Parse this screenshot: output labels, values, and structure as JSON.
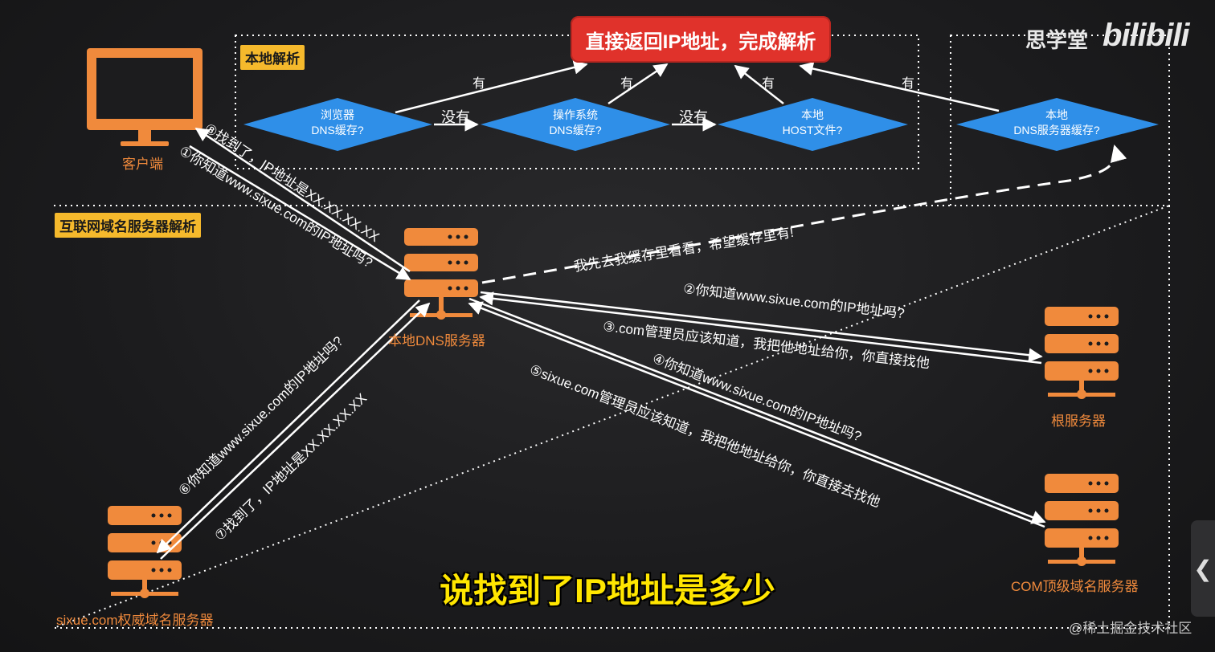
{
  "logo": {
    "brand": "思学堂",
    "platform": "bilibili"
  },
  "regions": {
    "local": "本地解析",
    "internet": "互联网域名服务器解析"
  },
  "result_box": "直接返回IP地址，完成解析",
  "diamonds": {
    "browser": "浏览器\nDNS缓存?",
    "os": "操作系统\nDNS缓存?",
    "host": "本地\nHOST文件?",
    "dns_server": "本地\nDNS服务器缓存?"
  },
  "edges": {
    "yes": "有",
    "no": "没有"
  },
  "nodes": {
    "client": "客户端",
    "local_dns": "本地DNS服务器",
    "root": "根服务器",
    "com": "COM顶级域名服务器",
    "authority": "sixue.com权威域名服务器"
  },
  "messages": {
    "m1": "①你知道www.sixue.com的IP地址吗?",
    "m2": "②你知道www.sixue.com的IP地址吗?",
    "m3": "③.com管理员应该知道，我把他地址给你，你直接找他",
    "m4": "④你知道www.sixue.com的IP地址吗?",
    "m5": "⑤sixue.com管理员应该知道，我把他地址给你，你直接去找他",
    "m6": "⑥你知道www.sixue.com的IP地址吗?",
    "m7": "⑦找到了，IP地址是XX.XX.XX.XX",
    "m8": "⑧找到了，IP地址是XX.XX.XX.XX",
    "cache": "我先去我缓存里看看，希望缓存里有!"
  },
  "subtitle": "说找到了IP地址是多少",
  "watermark": "@稀土掘金技术社区",
  "side_tab_icon": "chevron-left-icon",
  "colors": {
    "orange": "#f08a3c",
    "blue": "#2f8fe8",
    "red": "#e0322b",
    "yellow_label": "#f5b92c",
    "subtitle": "#ffe600"
  }
}
